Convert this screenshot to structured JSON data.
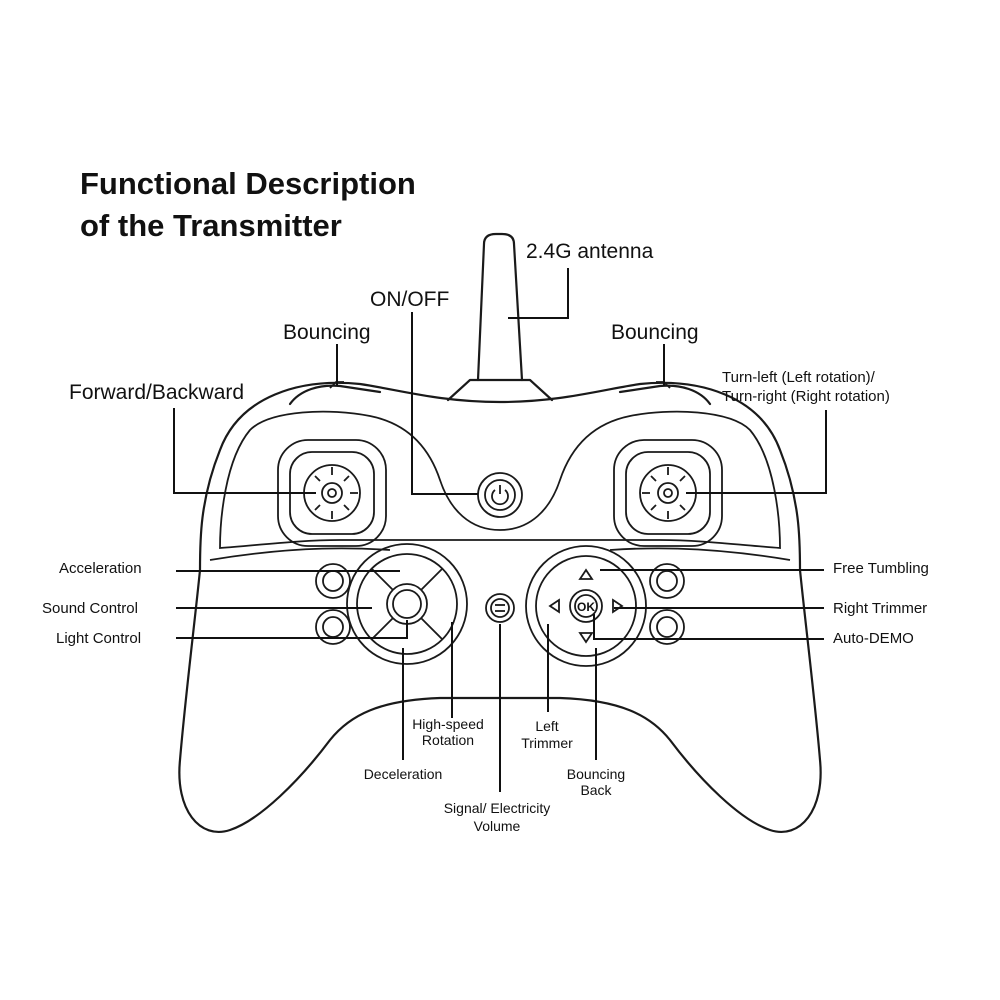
{
  "title": {
    "line1": "Functional Description",
    "line2": "of the Transmitter"
  },
  "labels": {
    "antenna": "2.4G antenna",
    "on_off": "ON/OFF",
    "bouncing_left": "Bouncing",
    "bouncing_right": "Bouncing",
    "forward_backward": "Forward/Backward",
    "turn_line1": "Turn-left (Left rotation)/",
    "turn_line2": "Turn-right (Right rotation)",
    "acceleration": "Acceleration",
    "sound_control": "Sound Control",
    "light_control": "Light Control",
    "free_tumbling": "Free Tumbling",
    "right_trimmer": "Right Trimmer",
    "auto_demo": "Auto-DEMO",
    "high_speed_line1": "High-speed",
    "high_speed_line2": "Rotation",
    "deceleration": "Deceleration",
    "left_trimmer_line1": "Left",
    "left_trimmer_line2": "Trimmer",
    "bouncing_back_line1": "Bouncing",
    "bouncing_back_line2": "Back",
    "signal_line1": "Signal/ Electricity",
    "signal_line2": "Volume"
  },
  "buttons": {
    "ok": "OK"
  },
  "icons": [
    "power-icon",
    "battery-signal-icon",
    "arrow-up-icon",
    "arrow-down-icon",
    "arrow-left-icon",
    "arrow-right-icon"
  ]
}
